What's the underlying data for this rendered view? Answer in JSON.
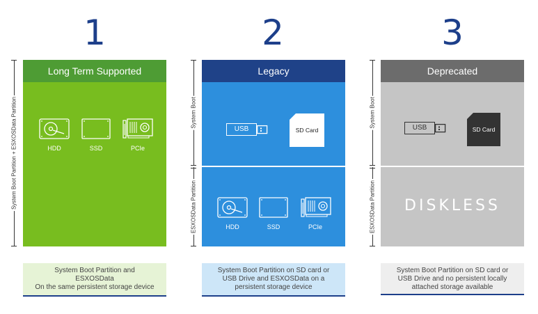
{
  "columns": [
    {
      "number": "1",
      "header": "Long Term Supported",
      "side_label": "System Boot Partition + ESXOSData Partition",
      "devices": [
        "HDD",
        "SSD",
        "PCIe"
      ],
      "caption": [
        "System Boot Partition and",
        "ESXOSData",
        "On the same persistent storage device"
      ]
    },
    {
      "number": "2",
      "header": "Legacy",
      "side_label_top": "System Boot",
      "side_label_bottom": "ESXOSData Partition",
      "boot_devices": [
        "USB",
        "SD Card"
      ],
      "devices": [
        "HDD",
        "SSD",
        "PCIe"
      ],
      "caption": [
        "System Boot Partition on SD card or",
        "USB Drive and ESXOSData on a",
        "persistent storage device"
      ]
    },
    {
      "number": "3",
      "header": "Deprecated",
      "side_label_top": "System Boot",
      "side_label_bottom": "ESXOSData Partition",
      "boot_devices": [
        "USB",
        "SD Card"
      ],
      "diskless": "DISKLESS",
      "caption": [
        "System Boot Partition on SD card or",
        "USB Drive and no persistent locally",
        "attached storage available"
      ]
    }
  ],
  "colors": {
    "green": "#78bd1f",
    "green_header": "#4e9c34",
    "blue": "#2d8fdd",
    "blue_header": "#1f4288",
    "gray": "#c5c5c5",
    "gray_header": "#6c6c6c",
    "caption_green": "#e6f3d6",
    "caption_blue": "#cde6f8",
    "caption_gray": "#eeeeee",
    "number": "#1d3f8a"
  }
}
